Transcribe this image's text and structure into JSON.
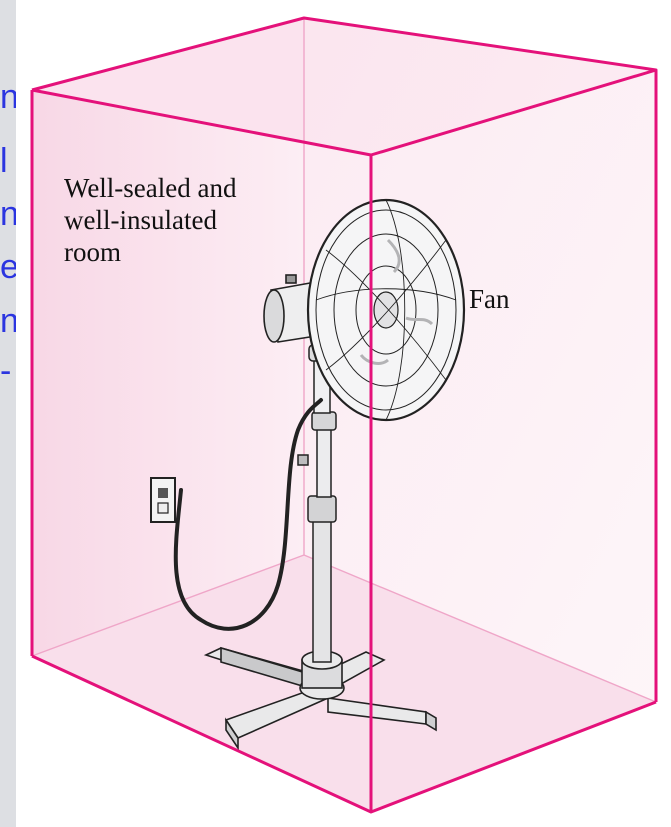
{
  "background_text": {
    "clipped_letters": [
      "n",
      "l",
      "n",
      "e",
      "n",
      "-"
    ]
  },
  "diagram": {
    "room_label": {
      "line1": "Well-sealed and",
      "line2": "well-insulated",
      "line3": "room"
    },
    "fan_label": "Fan"
  },
  "colors": {
    "room_edge": "#e4117a",
    "room_fill": "#f9dfea",
    "page_bg": "#dddfe3",
    "text_blue": "#2b35e0"
  }
}
